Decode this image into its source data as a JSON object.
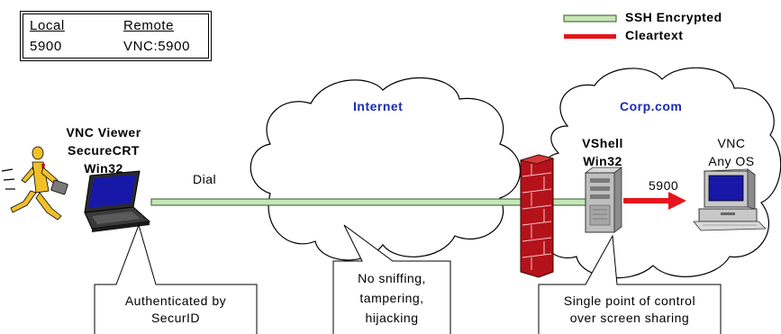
{
  "port_table": {
    "headers": [
      "Local",
      "Remote"
    ],
    "row": [
      "5900",
      "VNC:5900"
    ]
  },
  "legend": {
    "encrypted": "SSH Encrypted",
    "cleartext": "Cleartext"
  },
  "colors": {
    "encrypted_fill": "#c7e6b7",
    "encrypted_stroke": "#2f5a23",
    "cleartext": "#e8141b",
    "cloud_label": "#1a2bb0",
    "firewall": "#b3121a"
  },
  "client": {
    "labels": [
      "VNC Viewer",
      "SecureCRT",
      "Win32"
    ],
    "connection": "Dial"
  },
  "internet": {
    "label": "Internet"
  },
  "corp": {
    "label": "Corp.com",
    "gateway_labels": [
      "VShell",
      "Win32"
    ],
    "port": "5900",
    "vnc_labels": [
      "VNC",
      "Any OS"
    ]
  },
  "callouts": {
    "client": [
      "Authenticated by",
      "SecurID"
    ],
    "internet": [
      "No sniffing,",
      "tampering,",
      "hijacking"
    ],
    "corp": [
      "Single point of control",
      "over screen sharing"
    ]
  }
}
